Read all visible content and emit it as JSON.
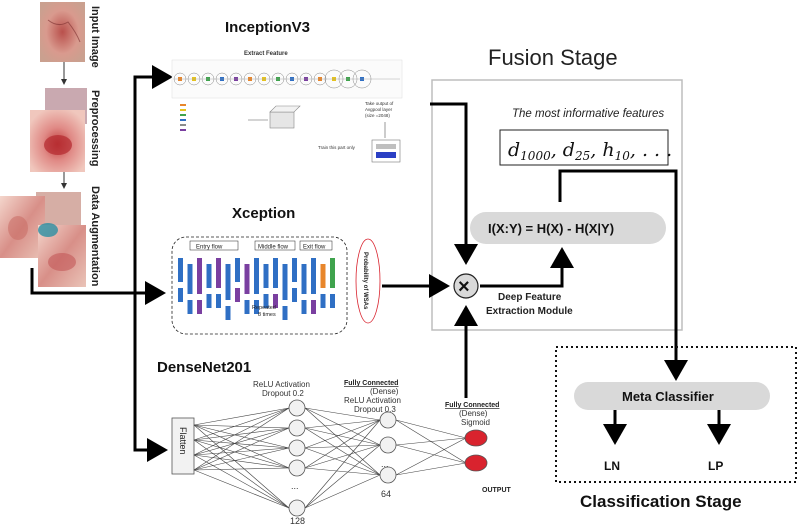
{
  "left_labels": {
    "input": "Input Image",
    "preprocessing": "Preprocessing",
    "augmentation": "Data Augmentation"
  },
  "inception": {
    "title": "InceptionV3",
    "subtitle": "Extract Feature",
    "note_1": "Take output of",
    "note_2": "Avgpool layer",
    "note_3": "(size =2048)",
    "train_note": "Train this part only"
  },
  "xception": {
    "title": "Xception",
    "entry": "Entry flow",
    "middle": "Middle flow",
    "exit": "Exit flow",
    "repeated_1": "Repeated",
    "repeated_2": "8 times",
    "prob": "Probability of WSAs"
  },
  "densenet": {
    "title": "DenseNet201",
    "flatten": "Flatten",
    "layer1_a": "ReLU Activation",
    "layer1_b": "Dropout 0.2",
    "fc1_title": "Fully Connected",
    "fc1_a": "(Dense)",
    "fc1_b": "ReLU Activation",
    "fc1_c": "Dropout 0.3",
    "fc2_title": "Fully Connected",
    "fc2_a": "(Dense)",
    "fc2_b": "Sigmoid",
    "n64": "64",
    "n128": "128",
    "output": "OUTPUT",
    "ellipsis": "..."
  },
  "fusion": {
    "title": "Fusion Stage",
    "informative": "The most informative features",
    "features_d1": "d",
    "features_sub1": "1000",
    "features_d2": ", d",
    "features_sub2": "25",
    "features_h": ", h",
    "features_sub3": "10",
    "features_tail": ", . . .",
    "mi_formula": "I(X:Y) = H(X) - H(X|Y)",
    "multiply": "×",
    "module_1": "Deep Feature",
    "module_2": "Extraction Module"
  },
  "classification": {
    "meta": "Meta Classifier",
    "ln": "LN",
    "lp": "LP",
    "title": "Classification Stage"
  },
  "colors": {
    "node_fill": "#f2f2f2",
    "output_node": "#d9232e",
    "pill": "#d9d9d9",
    "xception_blue": "#2f6fc4",
    "xception_purple": "#7a3fa0",
    "xception_orange": "#e8862b",
    "xception_green": "#3fa34d"
  }
}
